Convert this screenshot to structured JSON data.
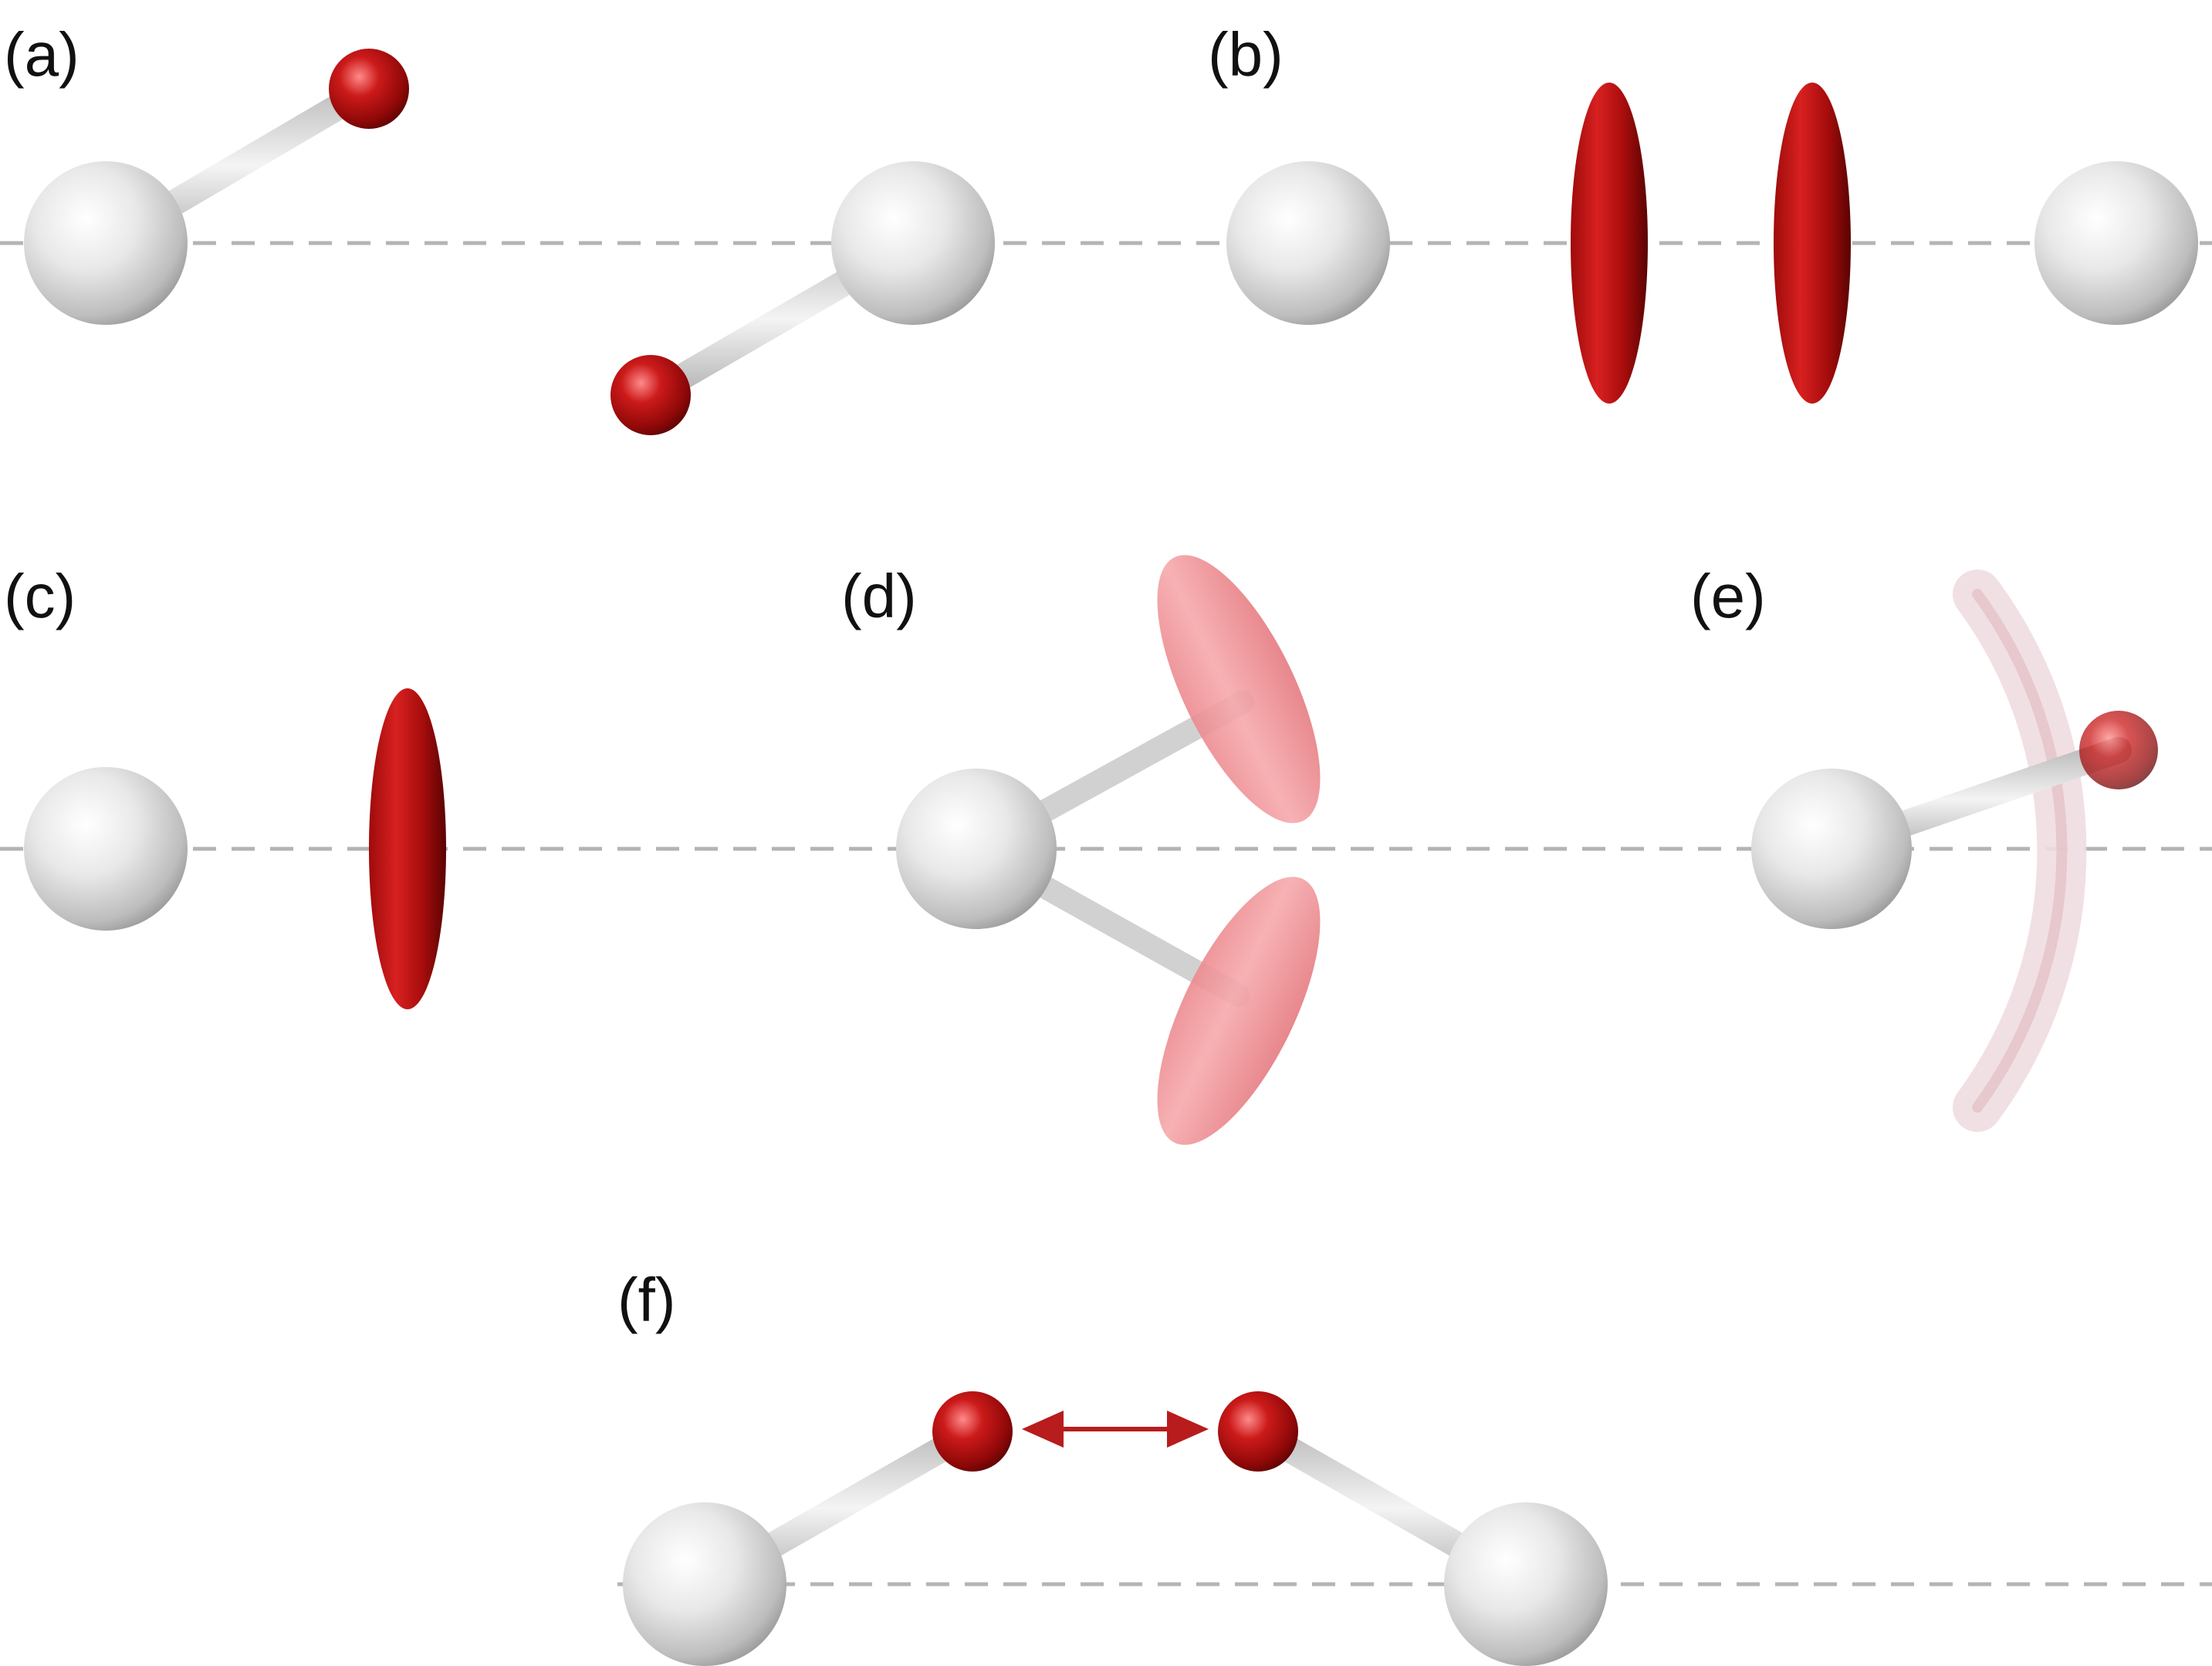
{
  "panels": {
    "a": {
      "label": "(a)"
    },
    "b": {
      "label": "(b)"
    },
    "c": {
      "label": "(c)"
    },
    "d": {
      "label": "(d)"
    },
    "e": {
      "label": "(e)"
    },
    "f": {
      "label": "(f)"
    }
  },
  "colors": {
    "heavy_atom": "#e6e6e6",
    "hydrogen": "#b30d0d",
    "probability_cloud": "#ec8a8f",
    "ring": "#edd3d7",
    "arrow": "#b81c1c",
    "guide_line": "#b4b4b4"
  }
}
